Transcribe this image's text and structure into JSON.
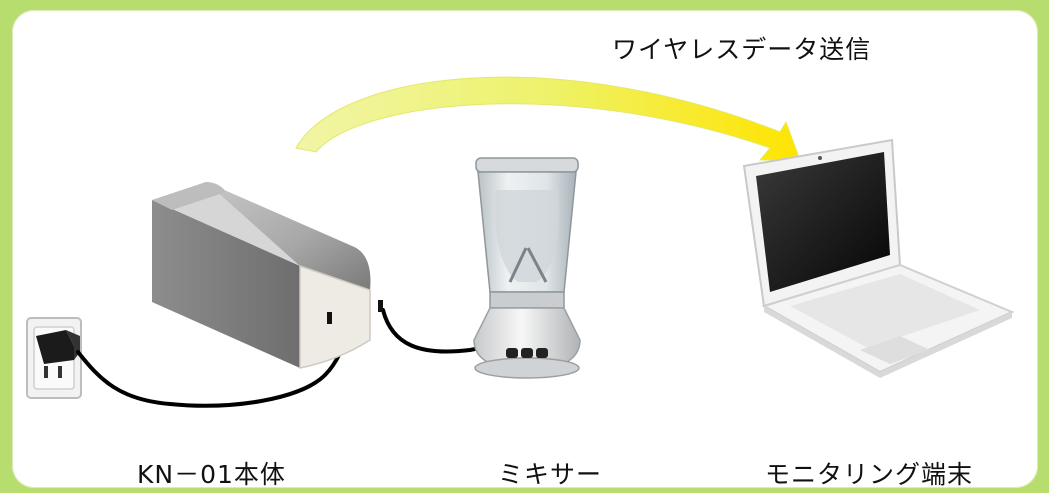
{
  "title": "ワイヤレスデータ送信",
  "labels": {
    "device": "KN－01本体",
    "mixer": "ミキサー",
    "terminal": "モニタリング端末"
  },
  "colors": {
    "frame": "#b7dd6e",
    "arrow_start": "#e9f27a",
    "arrow_end": "#ffe800",
    "cable": "#000000"
  }
}
